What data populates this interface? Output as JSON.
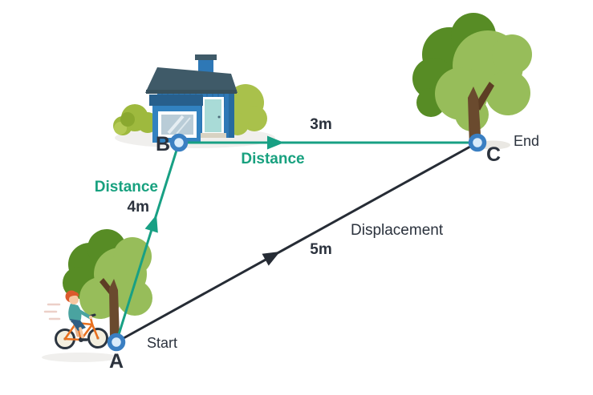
{
  "figure": {
    "type": "physics-diagram"
  },
  "points": [
    {
      "id": "A",
      "label": "A",
      "caption": "Start"
    },
    {
      "id": "B",
      "label": "B"
    },
    {
      "id": "C",
      "label": "C",
      "caption": "End"
    }
  ],
  "segments": [
    {
      "from": "A",
      "to": "B",
      "kind": "distance",
      "label": "Distance",
      "value": "4m",
      "color": "#18a084"
    },
    {
      "from": "B",
      "to": "C",
      "kind": "distance",
      "label": "Distance",
      "value": "3m",
      "color": "#18a084"
    },
    {
      "from": "A",
      "to": "C",
      "kind": "displacement",
      "label": "Displacement",
      "value": "5m",
      "color": "#262c35"
    }
  ],
  "scene": {
    "icons": [
      "cyclist-icon",
      "tree-icon",
      "house-icon",
      "tree-icon"
    ],
    "marker_stroke": "#3a7fc2",
    "marker_fill": "#d9ebfa"
  },
  "colors": {
    "distance_green": "#18a084",
    "distance_text_green": "#18a17f",
    "displacement_dark": "#262c35",
    "text_dark": "#2b323d",
    "tree_dark_green": "#578c25",
    "tree_light_green": "#97bd5a",
    "trunk_brown": "#6a4a2e",
    "house_wall_blue": "#2e78b6",
    "roof_slate": "#3f5a68",
    "bush_olive": "#9eb93e",
    "bike_orange": "#e8701f"
  }
}
